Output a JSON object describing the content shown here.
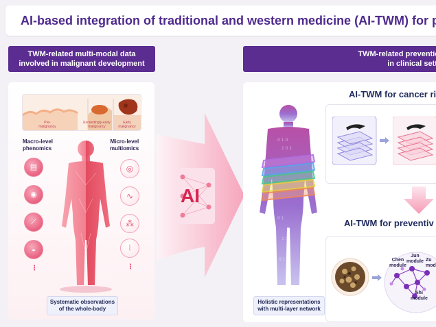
{
  "title": "AI-based integration of traditional and western medicine (AI-TWM) for pre",
  "left_header": [
    "TWM-related multi-modal data",
    "involved in malignant development"
  ],
  "right_header": [
    "TWM-related preventio",
    "in clinical setti"
  ],
  "tissue_labels": [
    "Pre-\nmalignancy",
    "Exceedingly-early\nmalignancy",
    "Early\nmalignancy"
  ],
  "macro_label": [
    "Macro-level",
    "phenomics"
  ],
  "micro_label": [
    "Micro-level",
    "multiomics"
  ],
  "ellipsis": "⋮",
  "left_footer": [
    "Systematic observations",
    "of the whole-body"
  ],
  "ai_label": "AI",
  "right_footer": [
    "Holistic representations",
    "with multi-layer network"
  ],
  "risk_title": "AI-TWM for cancer ri",
  "prevent_title": "AI-TWM for preventiv",
  "modules": {
    "chen": "Chen\nmodule",
    "jun": "Jun\nmodule",
    "zu": "Zu\nmodu",
    "shi": "Shi\nmodule"
  },
  "icons": {
    "macro": [
      "clipboard-icon",
      "tongue-icon",
      "syringe-icon",
      "mortar-icon"
    ],
    "micro": [
      "cell-icon",
      "dna-icon",
      "molecule-icon",
      "chromosome-icon"
    ]
  },
  "colors": {
    "accent": "#5b2d91",
    "title": "#4e2a8e",
    "pink": "#e94c70"
  }
}
